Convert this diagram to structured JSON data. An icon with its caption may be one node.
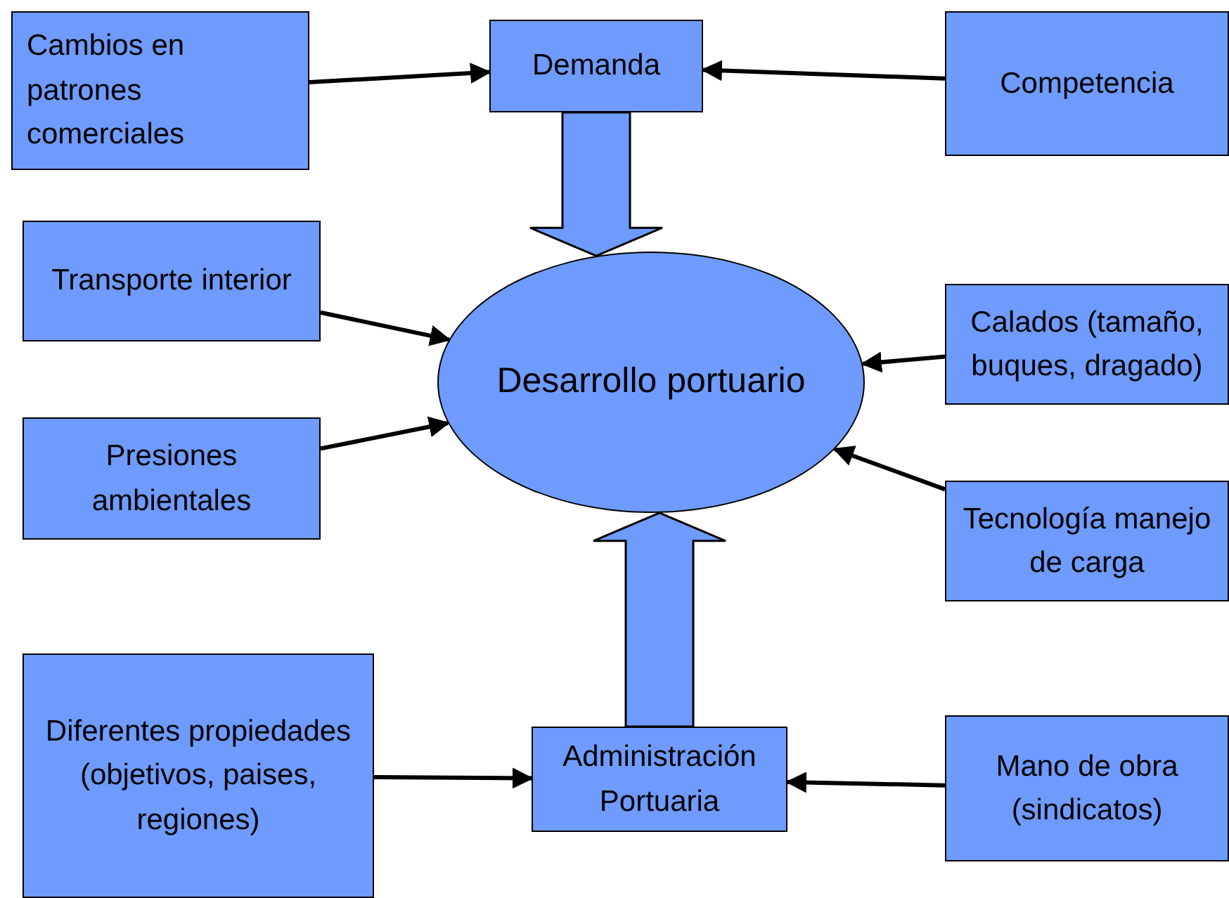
{
  "diagram": {
    "nodes": [
      {
        "text": [
          "Cambios en patrones comerciales"
        ]
      },
      {
        "text": [
          "Demanda"
        ]
      },
      {
        "text": [
          "Competencia"
        ]
      },
      {
        "text": [
          "Transporte interior"
        ]
      },
      {
        "text": [
          "Desarrollo portuario"
        ]
      },
      {
        "text": [
          "Calados (tamaño, buques, dragado)"
        ]
      },
      {
        "text": [
          "Presiones ambientales"
        ]
      },
      {
        "text": [
          "Tecnología manejo de carga"
        ]
      },
      {
        "text": [
          "Diferentes propiedades (objetivos, paises, regiones)"
        ]
      },
      {
        "text": [
          "Administración Portuaria"
        ]
      },
      {
        "text": [
          "Mano de obra (sindicatos)"
        ]
      }
    ],
    "edges": [
      {
        "from": 0,
        "to": 1,
        "arrow": "to"
      },
      {
        "from": 2,
        "to": 1,
        "arrow": "to"
      },
      {
        "from": 1,
        "to": 4,
        "arrow": "to"
      },
      {
        "from": 3,
        "to": 4,
        "arrow": "to"
      },
      {
        "from": 6,
        "to": 4,
        "arrow": "to"
      },
      {
        "from": 5,
        "to": 4,
        "arrow": "to"
      },
      {
        "from": 7,
        "to": 4,
        "arrow": "to"
      },
      {
        "from": 8,
        "to": 9,
        "arrow": "to"
      },
      {
        "from": 10,
        "to": 9,
        "arrow": "to"
      },
      {
        "from": 9,
        "to": 4,
        "arrow": "to"
      }
    ]
  }
}
